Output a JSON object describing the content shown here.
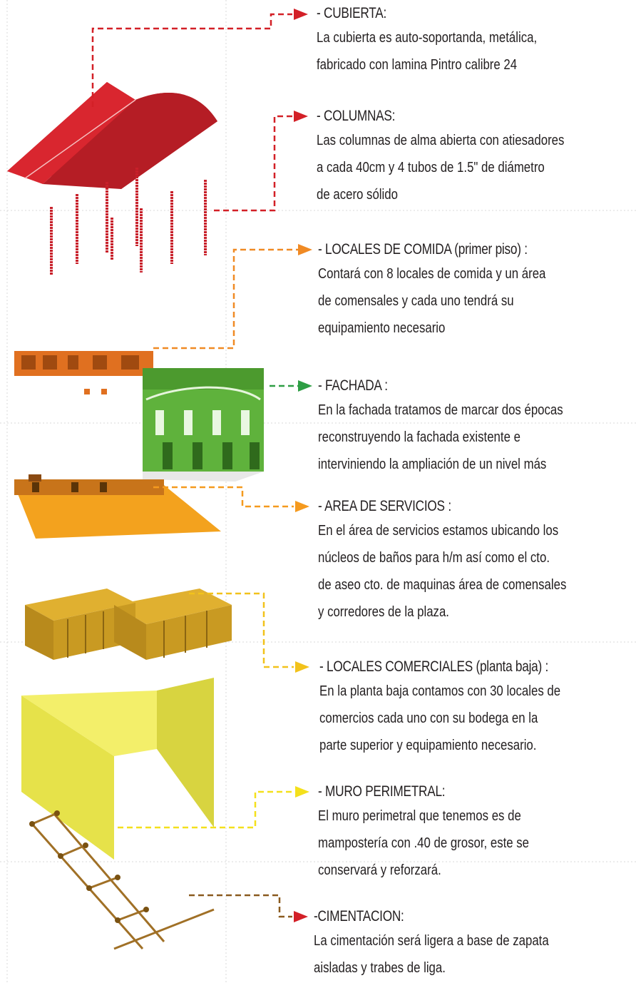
{
  "sections": [
    {
      "title": "- CUBIERTA:",
      "lines": [
        "La cubierta es auto-soportanda, metálica,",
        "fabricado con lamina Pintro calibre 24"
      ],
      "color": "#d32027"
    },
    {
      "title": "- COLUMNAS:",
      "lines": [
        "Las columnas de alma abierta con atiesadores",
        "a cada 40cm y 4 tubos de 1.5\" de diámetro",
        "de acero sólido"
      ],
      "color": "#d32027"
    },
    {
      "title": "- LOCALES DE COMIDA (primer piso) :",
      "lines": [
        "Contará con 8 locales de comida y un área",
        "de comensales y cada uno tendrá su",
        "equipamiento necesario"
      ],
      "color": "#f08a24"
    },
    {
      "title": "- FACHADA :",
      "lines": [
        "En la fachada tratamos de marcar dos épocas",
        "reconstruyendo la fachada existente e",
        "interviniendo la ampliación de un nivel más"
      ],
      "color": "#2e9e44"
    },
    {
      "title": "- AREA DE SERVICIOS   :",
      "lines": [
        "En el área de servicios estamos ubicando los",
        "núcleos de baños para h/m así como el cto.",
        "de aseo cto. de maquinas área de comensales",
        "y corredores de la plaza."
      ],
      "color": "#f59a1e"
    },
    {
      "title": "- LOCALES COMERCIALES (planta baja)  :",
      "lines": [
        "En la planta baja contamos con 30 locales de",
        "comercios cada uno con su bodega en la",
        "parte superior y equipamiento necesario."
      ],
      "color": "#f2c21b"
    },
    {
      "title": "- MURO PERIMETRAL:",
      "lines": [
        "El muro perimetral que tenemos es de",
        "mampostería con .40 de grosor, este se",
        "conservará y reforzará."
      ],
      "color": "#f4e01c"
    },
    {
      "title": "-CIMENTACION:",
      "lines": [
        "La cimentación será  ligera a base de zapata",
        "aisladas y trabes de liga."
      ],
      "color": "#8a5a1e"
    }
  ]
}
